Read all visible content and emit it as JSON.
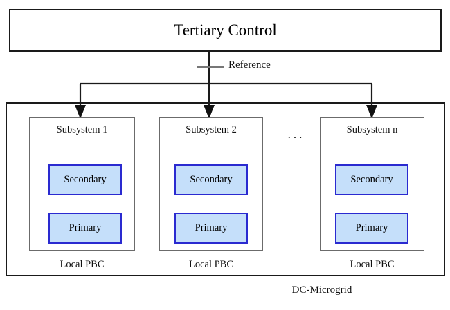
{
  "diagram": {
    "title_box": {
      "label": "Tertiary Control"
    },
    "reference_link": {
      "label": "Reference"
    },
    "container": {
      "label": "DC-Microgrid"
    },
    "ellipsis": "...",
    "subsystems": [
      {
        "title": "Subsystem 1",
        "blocks": [
          {
            "label": "Secondary"
          },
          {
            "label": "Primary"
          }
        ],
        "footer": "Local PBC"
      },
      {
        "title": "Subsystem 2",
        "blocks": [
          {
            "label": "Secondary"
          },
          {
            "label": "Primary"
          }
        ],
        "footer": "Local PBC"
      },
      {
        "title": "Subsystem n",
        "blocks": [
          {
            "label": "Secondary"
          },
          {
            "label": "Primary"
          }
        ],
        "footer": "Local PBC"
      }
    ],
    "colors": {
      "block_fill": "#c5dffa",
      "block_border": "#2a2ad0",
      "outer_border": "#1a1a1a",
      "inner_border": "#6b6b6b",
      "connector": "#6b6b6b",
      "text": "#111111"
    }
  }
}
